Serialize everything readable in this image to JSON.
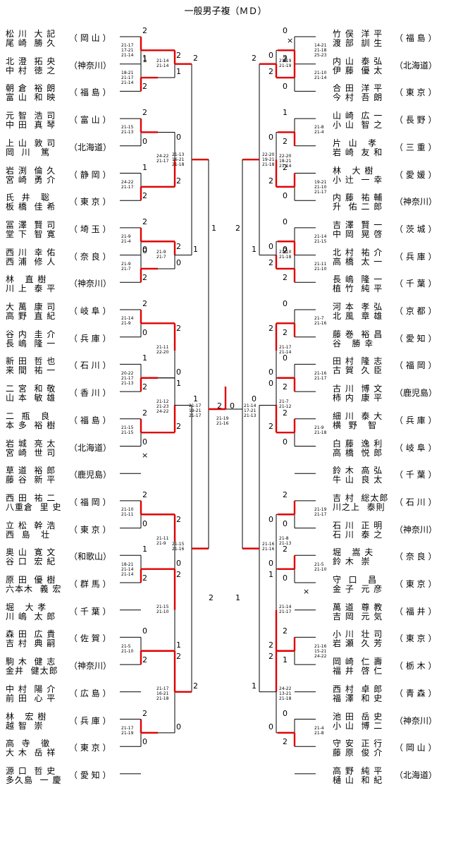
{
  "title": "一般男子複（ＭＤ）",
  "left_entries": [
    {
      "p1": "松 川  大 記",
      "p2": "尾 崎  勝 久",
      "pref": "（ 岡 山 ）"
    },
    {
      "p1": "北 澄  拓 央",
      "p2": "中 村  徳 之",
      "pref": "（神奈川）"
    },
    {
      "p1": "朝 倉  裕 朗",
      "p2": "富 山  和 映",
      "pref": "（ 福 島 ）"
    },
    {
      "p1": "元 智  浩 司",
      "p2": "中 田  真 琴",
      "pref": "（ 富 山 ）"
    },
    {
      "p1": "上 山  敦 司",
      "p2": "岡  川   篤",
      "pref": "（北海道）"
    },
    {
      "p1": "岩 渕  倫 久",
      "p2": "宮 崎  勇 介",
      "pref": "（ 静 岡 ）"
    },
    {
      "p1": "氏  井   聡",
      "p2": "板 橋  佳 希",
      "pref": "（ 東 京 ）"
    },
    {
      "p1": "冨 澤  賢 司",
      "p2": "堂 下  智 寛",
      "pref": "（ 埼 玉 ）"
    },
    {
      "p1": "西 川  幸 佑",
      "p2": "西 浦  修 人",
      "pref": "（ 奈 良 ）"
    },
    {
      "p1": "林   直 樹",
      "p2": "川 上  泰 平",
      "pref": "（神奈川）"
    },
    {
      "p1": "大 萬  康 司",
      "p2": "高 野  直 紀",
      "pref": "（ 岐 阜 ）"
    },
    {
      "p1": "谷 内  圭 介",
      "p2": "長 嶋  隆 一",
      "pref": "（ 兵 庫 ）"
    },
    {
      "p1": "新 田  哲 也",
      "p2": "来 間  祐 一",
      "pref": "（ 石 川 ）"
    },
    {
      "p1": "二 宮  和 敬",
      "p2": "山 本  敏 雄",
      "pref": "（ 香 川 ）"
    },
    {
      "p1": "二  瓶   良",
      "p2": "本 多  裕 樹",
      "pref": "（ 福 島 ）"
    },
    {
      "p1": "岩 城  亮 太",
      "p2": "宮 崎  世 司",
      "pref": "（北海道）"
    },
    {
      "p1": "草 道  裕 郎",
      "p2": "藤 谷  新 平",
      "pref": "（鹿児島）"
    },
    {
      "p1": "西 田  祐 二",
      "p2": "八重倉  里 史",
      "pref": "（ 福 岡 ）"
    },
    {
      "p1": "立 松  幹 浩",
      "p2": "西  島   壮",
      "pref": "（ 東 京 ）"
    },
    {
      "p1": "奥 山  寛 文",
      "p2": "谷 口  宏 紀",
      "pref": "（和歌山）"
    },
    {
      "p1": "原 田  優 樹",
      "p2": "六本木  義 宏",
      "pref": "（ 群 馬 ）"
    },
    {
      "p1": "堀   大 孝",
      "p2": "川 嶋  太 郎",
      "pref": "（ 千 葉 ）"
    },
    {
      "p1": "森 田  広 貴",
      "p2": "吉 村  典 嗣",
      "pref": "（ 佐 賀 ）"
    },
    {
      "p1": "駒 木  健 志",
      "p2": "金井  健太郎",
      "pref": "（神奈川）"
    },
    {
      "p1": "中 村  陽 介",
      "p2": "前 田  心 平",
      "pref": "（ 広 島 ）"
    },
    {
      "p1": "林   宏 樹",
      "p2": "越 智  崇 ",
      "pref": "（ 兵 庫 ）"
    },
    {
      "p1": "高  寺   徹",
      "p2": "大 木  岳 祥",
      "pref": "（ 東 京 ）"
    },
    {
      "p1": "源 口  哲 史",
      "p2": "多久島  一 慶",
      "pref": "（ 愛 知 ）"
    }
  ],
  "right_entries": [
    {
      "p1": "竹 俣  洋 平",
      "p2": "渡 部  訓 生",
      "pref": "（ 福 島 ）"
    },
    {
      "p1": "内 山  泰 弘",
      "p2": "伊 藤  優 太",
      "pref": "（北海道）"
    },
    {
      "p1": "合 田  洋 平",
      "p2": "今 村  吾 朗",
      "pref": "（ 東 京 ）"
    },
    {
      "p1": "山 崎  広 一",
      "p2": "小 山  智 之",
      "pref": "（ 長 野 ）"
    },
    {
      "p1": "片  山   孝",
      "p2": "岩 崎  友 和",
      "pref": "（ 三 重 ）"
    },
    {
      "p1": "林   大 樹",
      "p2": "小 辻  一 幸",
      "pref": "（ 愛 媛 ）"
    },
    {
      "p1": "内 藤  祐 輔",
      "p2": "升  佑 二 郎",
      "pref": "（神奈川）"
    },
    {
      "p1": "吉 澤  賢 一",
      "p2": "中 岡  晃 啓",
      "pref": "（ 茨 城 ）"
    },
    {
      "p1": "北 村  祐 介",
      "p2": "高 橋  太 一",
      "pref": "（ 兵 庫 ）"
    },
    {
      "p1": "長 嶋  隆 一",
      "p2": "植 竹  純 平",
      "pref": "（ 千 葉 ）"
    },
    {
      "p1": "河 本  孝 弘",
      "p2": "北 風  章 雄",
      "pref": "（ 京 都 ）"
    },
    {
      "p1": "藤 巻  裕 昌",
      "p2": "谷   勝 幸",
      "pref": "（ 愛 知 ）"
    },
    {
      "p1": "田 村  隆 志",
      "p2": "古 賀  久 臣",
      "pref": "（ 福 岡 ）"
    },
    {
      "p1": "古 川  博 文",
      "p2": "柿 内  康 平",
      "pref": "（鹿児島）"
    },
    {
      "p1": "細 川  泰 大",
      "p2": "横  野   智",
      "pref": "（ 兵 庫 ）"
    },
    {
      "p1": "白 藤  逸 利",
      "p2": "高 橋  悦 郎",
      "pref": "（ 岐 阜 ）"
    },
    {
      "p1": "鈴 木  高 弘",
      "p2": "牛 山  良 太",
      "pref": "（ 千 葉 ）"
    },
    {
      "p1": "吉 村  総太郎",
      "p2": "川之上  泰則",
      "pref": "（ 石 川 ）"
    },
    {
      "p1": "石 川  正 明",
      "p2": "石 川  泰 之",
      "pref": "（神奈川）"
    },
    {
      "p1": "堀   嵩 夫",
      "p2": "鈴 木  崇 ",
      "pref": "（ 奈 良 ）"
    },
    {
      "p1": "守  口   昌",
      "p2": "金 子  元 彦",
      "pref": "（ 東 京 ）"
    },
    {
      "p1": "萬 道  尊 教",
      "p2": "吉 岡  元 気",
      "pref": "（ 福 井 ）"
    },
    {
      "p1": "小 川  壮 司",
      "p2": "岩 瀬  久 芳",
      "pref": "（ 東 京 ）"
    },
    {
      "p1": "岡 崎  仁 壽",
      "p2": "福 井  啓 仁",
      "pref": "（ 栃 木 ）"
    },
    {
      "p1": "西 村  卓 郎",
      "p2": "福 澤  和 史",
      "pref": "（ 青 森 ）"
    },
    {
      "p1": "池 田  岳 史",
      "p2": "小 山  博 二",
      "pref": "（神奈川）"
    },
    {
      "p1": "守 安  正 行",
      "p2": "藤 原  俊 介",
      "pref": "（ 岡 山 ）"
    },
    {
      "p1": "高 野  純 平",
      "p2": "樋 山  和 紀",
      "pref": "（北海道）"
    }
  ],
  "left_r1_scores": [
    {
      "a": "2",
      "b": "1",
      "sc": "21-17\n17-21\n21-14"
    },
    {
      "a": "1",
      "b": "2",
      "sc": "18-21\n21-17\n21-14"
    },
    {
      "a": "2",
      "b": "0",
      "sc": "21-15\n21-13"
    },
    {
      "a": "1",
      "b": "2",
      "sc": "24-22\n21-17"
    },
    {
      "a": "2",
      "b": "0",
      "sc": "21-9\n21-4"
    },
    {
      "a": "0",
      "b": "2",
      "sc": "21-9\n21-7"
    },
    {
      "a": "2",
      "b": "0",
      "sc": "21-14\n21-9"
    },
    {
      "a": "1",
      "b": "2",
      "sc": "20-22\n21-17\n21-13"
    },
    {
      "a": "2",
      "b": "0",
      "sc": "21-15\n21-15"
    },
    {
      "a": "2",
      "b": "0",
      "sc": "21-10\n21-11"
    },
    {
      "a": "1",
      "b": "2",
      "sc": "18-21\n21-14\n21-14"
    },
    {
      "a": "0",
      "b": "2",
      "sc": "21-5\n21-10"
    },
    {
      "a": "2",
      "b": "0",
      "sc": "21-17\n21-19"
    }
  ],
  "right_r1_scores": [
    {
      "a": "0",
      "b": "2",
      "sc": "14-21\n21-18\n25-23"
    },
    {
      "a": "2",
      "b": "0",
      "sc": "21-10\n21-14"
    },
    {
      "a": "1",
      "b": "2",
      "sc": "21-8\n21-4"
    },
    {
      "a": "2",
      "b": "0",
      "sc": "19-21\n21-10\n21-17"
    },
    {
      "a": "0",
      "b": "2",
      "sc": "21-14\n21-15"
    },
    {
      "a": "0",
      "b": "2",
      "sc": "21-11\n21-10"
    },
    {
      "a": "0",
      "b": "2",
      "sc": "21-7\n21-16"
    },
    {
      "a": "0",
      "b": "2",
      "sc": "21-16\n21-17"
    },
    {
      "a": "2",
      "b": "0",
      "sc": "21-9\n21-18"
    },
    {
      "a": "2",
      "b": "0",
      "sc": "21-19\n21-17"
    },
    {
      "a": "2",
      "b": "0",
      "sc": "21-5\n21-10"
    },
    {
      "a": "2",
      "b": "1",
      "sc": "21-16\n15-21\n24-22"
    },
    {
      "a": "0",
      "b": "2",
      "sc": "21-4\n21-8"
    }
  ],
  "left_r2_scores": [
    {
      "a": "2",
      "b": "1",
      "sc": "21-14\n21-14"
    },
    {
      "a": "0",
      "b": "2",
      "sc": "24-22\n21-17"
    },
    {
      "a": "2",
      "b": "0",
      "sc": "21-9\n21-7"
    },
    {
      "a": "2",
      "b": "0",
      "sc": "21-11\n22-20"
    },
    {
      "a": "1",
      "b": "2",
      "sc": "21-12\n21-23\n24-22"
    },
    {
      "a": "2",
      "b": "0",
      "sc": "21-11\n21-9"
    },
    {
      "a": "2",
      "b": "1",
      "sc": "21-15\n21-10"
    },
    {
      "a": "2",
      "b": "0",
      "sc": "21-17\n16-21\n21-18"
    }
  ],
  "right_r2_scores": [
    {
      "a": "0",
      "b": "2",
      "sc": "21-19\n21-19"
    },
    {
      "a": "0",
      "b": "2",
      "sc": "22-20\n18-21\n21-14"
    },
    {
      "a": "0",
      "b": "2",
      "sc": "21-10\n21-18"
    },
    {
      "a": "2",
      "b": "0",
      "sc": "21-17\n21-14"
    },
    {
      "a": "0",
      "b": "2",
      "sc": "21-7\n21-12"
    },
    {
      "a": "0",
      "b": "0",
      "sc": "21-8\n21-13"
    },
    {
      "a": "1",
      "b": "2",
      "sc": "21-14\n21-17"
    },
    {
      "a": "2",
      "b": "0",
      "sc": "24-22\n13-21\n21-18"
    }
  ],
  "left_r3": [
    {
      "a": "2",
      "b": "1",
      "sc": "21-13\n16-21\n21-18"
    },
    {
      "a": "1",
      "b": "2",
      "sc": "21-15\n21-16"
    }
  ],
  "right_r3": [
    {
      "a": "2",
      "b": "1",
      "sc": "22-20\n19-21\n21-18"
    },
    {
      "a": "0",
      "b": "1",
      "sc": "21-16\n21-16"
    }
  ],
  "semi_left": {
    "a": "1",
    "b": "2",
    "sc": "21-17\n19-21\n21-17"
  },
  "semi_right": {
    "a": "2",
    "b": "1",
    "sc": "21-14\n17-21\n21-13"
  },
  "final": {
    "left": "2",
    "right": "0",
    "sc": "21-19\n21-16"
  },
  "marks": {
    "bye": "×"
  }
}
